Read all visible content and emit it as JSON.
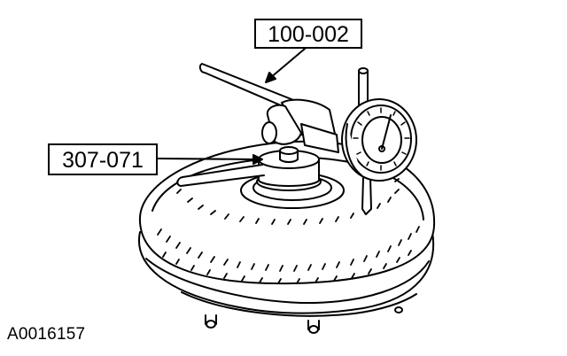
{
  "callouts": [
    {
      "id": "tool-1",
      "label": "100-002"
    },
    {
      "id": "tool-2",
      "label": "307-071"
    }
  ],
  "figure_id": "A0016157",
  "colors": {
    "line": "#000000",
    "background": "#ffffff"
  }
}
